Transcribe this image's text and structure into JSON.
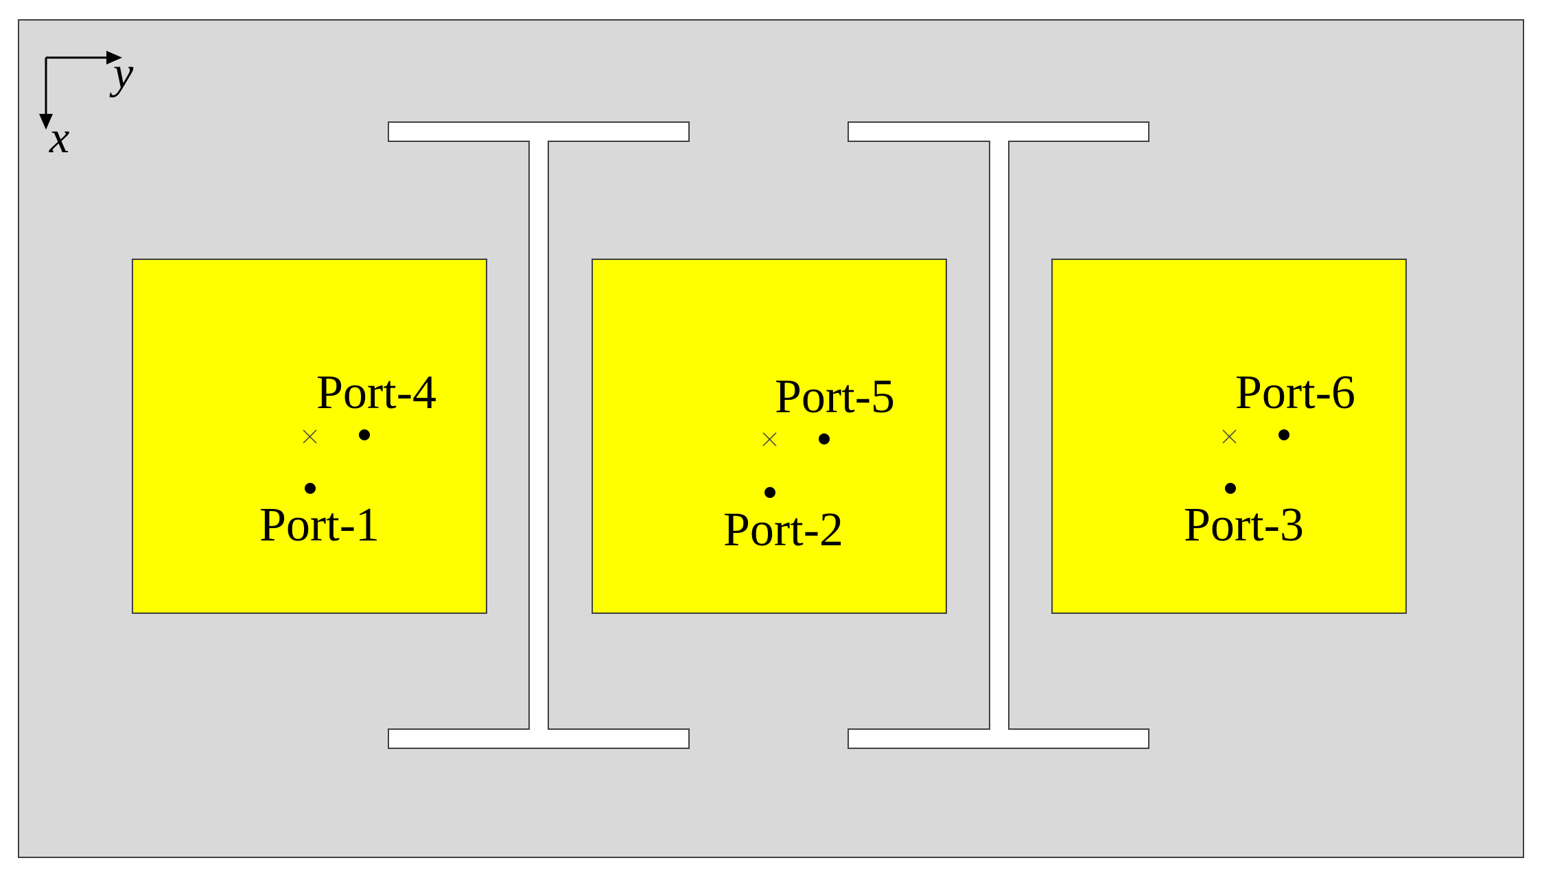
{
  "axes": {
    "y_label": "y",
    "x_label": "x"
  },
  "ports": [
    {
      "id": "port-1",
      "label": "Port-1"
    },
    {
      "id": "port-2",
      "label": "Port-2"
    },
    {
      "id": "port-3",
      "label": "Port-3"
    },
    {
      "id": "port-4",
      "label": "Port-4"
    },
    {
      "id": "port-5",
      "label": "Port-5"
    },
    {
      "id": "port-6",
      "label": "Port-6"
    }
  ],
  "colors": {
    "ground": "#d9d9d9",
    "patch": "#ffff00",
    "slot": "#ffffff",
    "outline": "#404040",
    "ink": "#000000"
  }
}
